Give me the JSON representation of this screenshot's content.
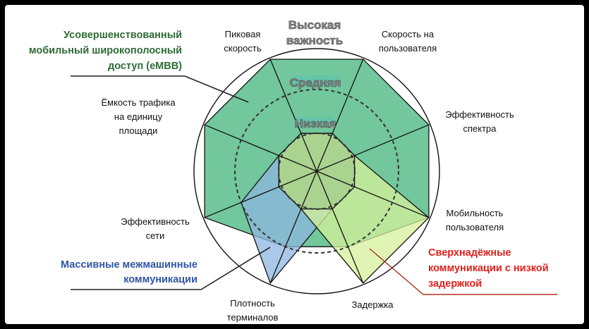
{
  "diagram": {
    "axes": [
      {
        "label_lines": [
          "Пиковая",
          "скорость"
        ]
      },
      {
        "label_lines": [
          "Скорость на",
          "пользователя"
        ]
      },
      {
        "label_lines": [
          "Эффективность",
          "спектра"
        ]
      },
      {
        "label_lines": [
          "Мобильность",
          "пользователя"
        ]
      },
      {
        "label_lines": [
          "Задержка"
        ]
      },
      {
        "label_lines": [
          "Плотность",
          "терминалов"
        ]
      },
      {
        "label_lines": [
          "Эффективность",
          "сети"
        ]
      },
      {
        "label_lines": [
          "Ёмкость трафика",
          "на единицу",
          "площади"
        ]
      }
    ],
    "levels": {
      "high": [
        "Высокая",
        "важность"
      ],
      "medium": "Средняя",
      "low": "Низкая"
    },
    "level_scale": {
      "low": 1,
      "medium": 2,
      "high": 3
    },
    "series": [
      {
        "name_lines": [
          "Усовершенствованный",
          "мобильный широкополосный",
          "доступ (eMBB)"
        ],
        "color": "#2e6b36",
        "fill": "#72c79d",
        "values": [
          3,
          3,
          3,
          3,
          2,
          2,
          3,
          3
        ]
      },
      {
        "name_lines": [
          "Массивные межмашинные",
          "коммуникации"
        ],
        "color": "#2f55a4",
        "fill": "#8db6df",
        "values": [
          1,
          1,
          1,
          1,
          1,
          3,
          2,
          1
        ]
      },
      {
        "name_lines": [
          "Сверхнадёжные",
          "коммуникации с низкой",
          "задержкой"
        ],
        "color": "#e0201c",
        "fill": "#d6f09a",
        "values": [
          1,
          1,
          1,
          3,
          3,
          1,
          1,
          1
        ]
      }
    ]
  }
}
